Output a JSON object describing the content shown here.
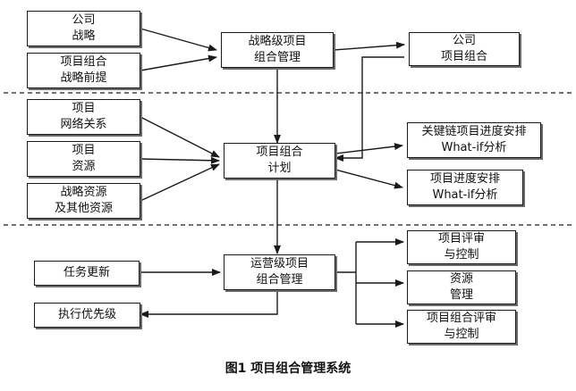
{
  "boxes": {
    "company_strategy": [
      "公司",
      "战略"
    ],
    "portfolio_premise": [
      "项目组合",
      "战略前提"
    ],
    "strategic_pm": [
      "战略级项目",
      "组合管理"
    ],
    "company_portfolio": [
      "公司",
      "项目组合"
    ],
    "project_network": [
      "项目",
      "网络关系"
    ],
    "project_resources": [
      "项目",
      "资源"
    ],
    "strategic_resources": [
      "战略资源",
      "及其他资源"
    ],
    "portfolio_plan": [
      "项目组合",
      "计划"
    ],
    "critical_chain": [
      "关键链项目进度安排",
      "What-if分析"
    ],
    "project_schedule": [
      "项目进度安排",
      "What-if分析"
    ],
    "task_update": [
      "任务更新"
    ],
    "exec_priority": [
      "执行优先级"
    ],
    "operational_pm": [
      "运营级项目",
      "组合管理"
    ],
    "project_review": [
      "项目评审",
      "与控制"
    ],
    "resource_mgmt": [
      "资源",
      "管理"
    ],
    "portfolio_review": [
      "项目组合评审",
      "与控制"
    ]
  },
  "caption": "图1 项目组合管理系统",
  "colors": {
    "line": "#1a1a1a",
    "shadow": "#6a6a6a",
    "background": "#ffffff"
  }
}
